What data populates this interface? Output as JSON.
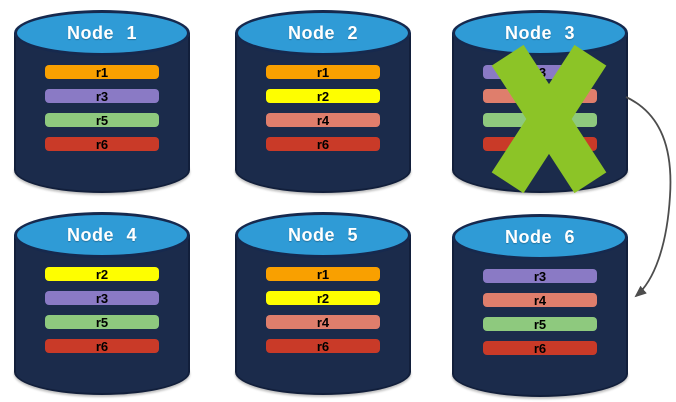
{
  "diagram": {
    "description": "Replicated database nodes with a failed node and failover arrow"
  },
  "nodes": [
    {
      "label": "Node 1",
      "replicas": [
        "r1",
        "r3",
        "r5",
        "r6"
      ],
      "failed": false
    },
    {
      "label": "Node 2",
      "replicas": [
        "r1",
        "r2",
        "r4",
        "r6"
      ],
      "failed": false
    },
    {
      "label": "Node 3",
      "replicas": [
        "r3",
        "r4",
        "r5",
        "r6"
      ],
      "failed": true
    },
    {
      "label": "Node 4",
      "replicas": [
        "r2",
        "r3",
        "r5",
        "r6"
      ],
      "failed": false
    },
    {
      "label": "Node 5",
      "replicas": [
        "r1",
        "r2",
        "r4",
        "r6"
      ],
      "failed": false
    },
    {
      "label": "Node 6",
      "replicas": [
        "r3",
        "r4",
        "r5",
        "r6"
      ],
      "failed": false
    }
  ],
  "annotations": {
    "failure_cross": {
      "icon": "x-mark",
      "node": "Node 3"
    },
    "failover_arrow": {
      "from": "Node 3",
      "to": "Node 6"
    }
  },
  "colors": {
    "cylinder_body": "#1B2B4B",
    "cylinder_top": "#2F9BD6",
    "cylinder_border": "#16294E",
    "cross_green": "#8CC427",
    "arrow_gray": "#4D4D4D",
    "replicas": {
      "r1": "#F9A000",
      "r2": "#FEFE00",
      "r3": "#8A7AC5",
      "r4": "#DF7E6C",
      "r5": "#8EC97E",
      "r6": "#C93A28"
    }
  }
}
